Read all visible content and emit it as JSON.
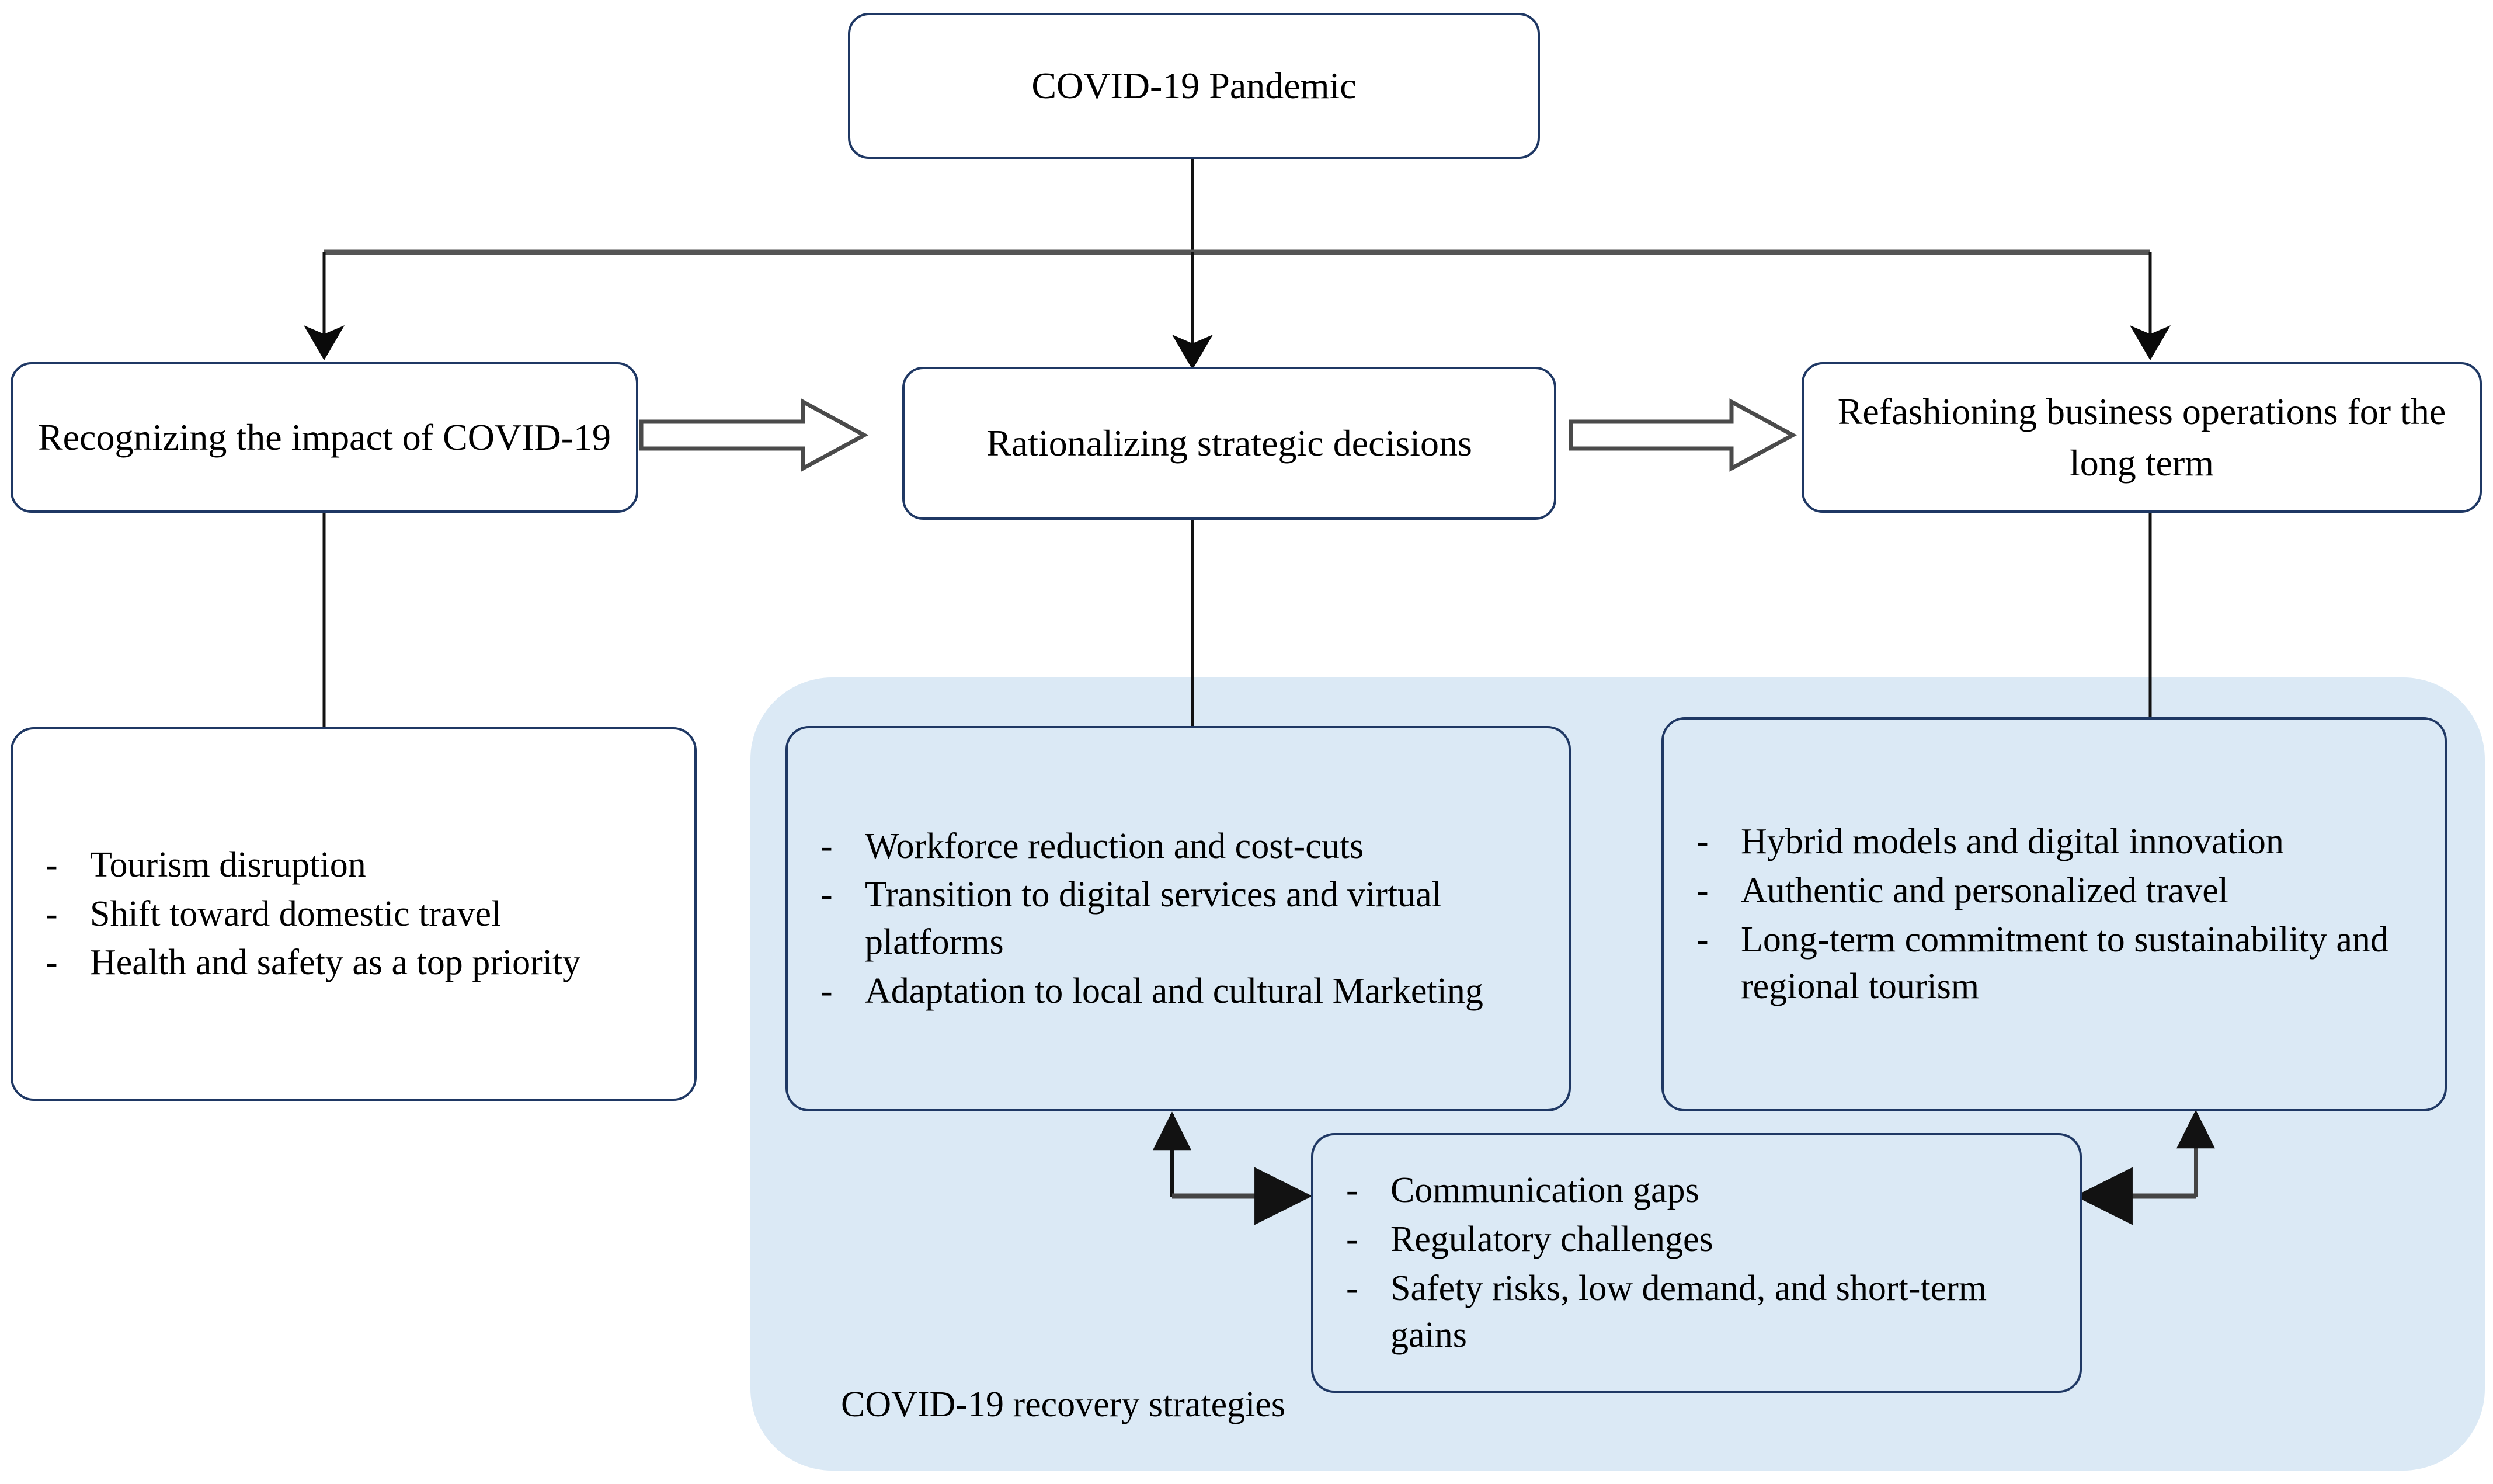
{
  "diagram": {
    "title_node": {
      "label": "COVID-19 Pandemic"
    },
    "stage_nodes": [
      {
        "id": "recognizing",
        "label": "Recognizing the impact of COVID-19"
      },
      {
        "id": "rationalizing",
        "label": "Rationalizing strategic decisions"
      },
      {
        "id": "refashioning",
        "label": "Refashioning business operations for the long term"
      }
    ],
    "stage_arrows": [
      {
        "id": "arrow-recognizing-to-rationalizing",
        "name": "block-arrow-right-icon"
      },
      {
        "id": "arrow-rationalizing-to-refashioning",
        "name": "block-arrow-right-icon"
      }
    ],
    "region": {
      "label": "COVID-19 recovery strategies",
      "fill": "#dbe9f5"
    },
    "detail_boxes": [
      {
        "id": "impacts",
        "filled": false,
        "bullet_mark": "-",
        "items": [
          "Tourism disruption",
          "Shift toward domestic travel",
          "Health and safety as a top priority"
        ]
      },
      {
        "id": "strategies",
        "filled": true,
        "bullet_mark": "-",
        "items": [
          "Workforce reduction and cost-cuts",
          "Transition to digital services and virtual platforms",
          "Adaptation to local and cultural Marketing"
        ]
      },
      {
        "id": "long-term",
        "filled": true,
        "bullet_mark": "-",
        "items": [
          "Hybrid models and digital innovation",
          "Authentic and personalized  travel",
          "Long-term commitment to sustainability and regional tourism"
        ]
      },
      {
        "id": "challenges",
        "filled": true,
        "bullet_mark": "-",
        "items": [
          "Communication gaps",
          "Regulatory challenges",
          "Safety risks, low demand, and short-term gains"
        ]
      }
    ],
    "colors": {
      "node_border": "#1f3864",
      "region_fill": "#dbe9f5",
      "connector": "#000000",
      "block_arrow_stroke": "#4a4a4a",
      "text": "#000000"
    }
  }
}
